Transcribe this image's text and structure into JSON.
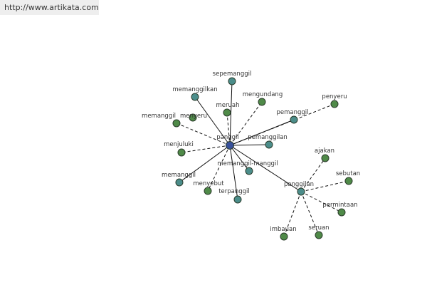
{
  "site": {
    "url": "http://www.artikata.com"
  },
  "colors": {
    "center_node": "#38519b",
    "teal_node": "#4b8d8a",
    "green_node": "#4f8a48",
    "node_stroke": "#2b3b2b",
    "edge": "#111111",
    "label": "#333333"
  },
  "graph": {
    "nodes": [
      {
        "id": "panggil",
        "label": "panggil",
        "kind": "center"
      },
      {
        "id": "sepemanggil",
        "label": "sepemanggil",
        "kind": "teal"
      },
      {
        "id": "memanggilkan",
        "label": "memanggilkan",
        "kind": "teal"
      },
      {
        "id": "mengundang",
        "label": "mengundang",
        "kind": "green"
      },
      {
        "id": "meruah",
        "label": "meruah",
        "kind": "green"
      },
      {
        "id": "penyeru",
        "label": "penyeru",
        "kind": "green"
      },
      {
        "id": "pemanggil",
        "label": "pemanggil",
        "kind": "teal"
      },
      {
        "id": "memanggil-1",
        "label": "memanggil",
        "kind": "green"
      },
      {
        "id": "menyeru",
        "label": "menyeru",
        "kind": "green"
      },
      {
        "id": "pemanggilan",
        "label": "pemanggilan",
        "kind": "teal"
      },
      {
        "id": "menjuluki",
        "label": "menjuluki",
        "kind": "green"
      },
      {
        "id": "memanggil-manggil",
        "label": "memanggil-manggil",
        "kind": "teal"
      },
      {
        "id": "memanggil-2",
        "label": "memanggil",
        "kind": "teal"
      },
      {
        "id": "menyebut",
        "label": "menyebut",
        "kind": "green"
      },
      {
        "id": "terpanggil",
        "label": "terpanggil",
        "kind": "teal"
      },
      {
        "id": "panggilan",
        "label": "panggilan",
        "kind": "teal"
      },
      {
        "id": "ajakan",
        "label": "ajakan",
        "kind": "green"
      },
      {
        "id": "sebutan",
        "label": "sebutan",
        "kind": "green"
      },
      {
        "id": "permintaan",
        "label": "permintaan",
        "kind": "green"
      },
      {
        "id": "imbauan",
        "label": "imbauan",
        "kind": "green"
      },
      {
        "id": "seruan",
        "label": "seruan",
        "kind": "green"
      }
    ],
    "edges": [
      {
        "from": "panggil",
        "to": "sepemanggil",
        "style": "solid"
      },
      {
        "from": "panggil",
        "to": "memanggilkan",
        "style": "solid"
      },
      {
        "from": "panggil",
        "to": "mengundang",
        "style": "dashed"
      },
      {
        "from": "panggil",
        "to": "meruah",
        "style": "dashed"
      },
      {
        "from": "panggil",
        "to": "penyeru",
        "style": "dashed"
      },
      {
        "from": "panggil",
        "to": "pemanggil",
        "style": "solid"
      },
      {
        "from": "panggil",
        "to": "memanggil-1",
        "style": "dashed"
      },
      {
        "from": "panggil",
        "to": "pemanggilan",
        "style": "solid"
      },
      {
        "from": "panggil",
        "to": "menjuluki",
        "style": "dashed"
      },
      {
        "from": "panggil",
        "to": "memanggil-manggil",
        "style": "solid"
      },
      {
        "from": "panggil",
        "to": "memanggil-2",
        "style": "solid"
      },
      {
        "from": "panggil",
        "to": "menyebut",
        "style": "dashed"
      },
      {
        "from": "panggil",
        "to": "terpanggil",
        "style": "solid"
      },
      {
        "from": "panggil",
        "to": "panggilan",
        "style": "solid"
      },
      {
        "from": "panggilan",
        "to": "ajakan",
        "style": "dashed"
      },
      {
        "from": "panggilan",
        "to": "sebutan",
        "style": "dashed"
      },
      {
        "from": "panggilan",
        "to": "permintaan",
        "style": "dashed"
      },
      {
        "from": "panggilan",
        "to": "imbauan",
        "style": "dashed"
      },
      {
        "from": "panggilan",
        "to": "seruan",
        "style": "dashed"
      }
    ]
  }
}
